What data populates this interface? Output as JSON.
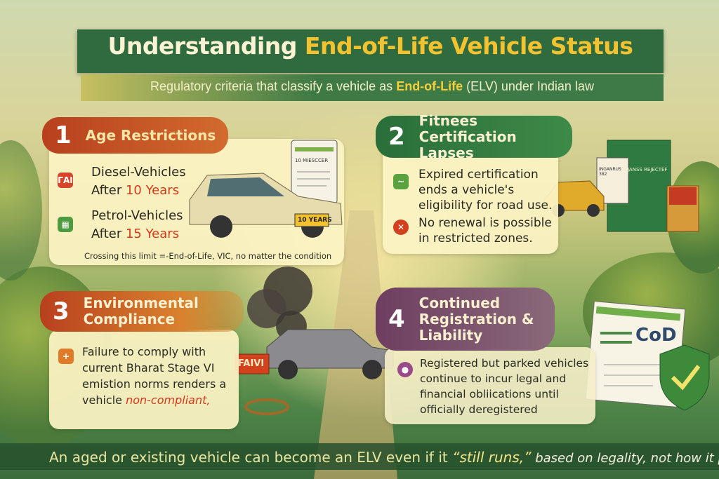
{
  "header": {
    "title_pre": "Understanding ",
    "title_hl": "End-of-Life Vehicle Status",
    "subtitle_pre": "Regulatory criteria that classify a vehicle as ",
    "subtitle_hl": "End-of-Life",
    "subtitle_post": " (ELV) under Indian law"
  },
  "cards": [
    {
      "number": "1",
      "title": "Age Restrictions",
      "items": [
        {
          "line1": "Diesel-Vehicles",
          "line2_pre": "After ",
          "line2_hl": "10 Years",
          "icon": "diesel-icon",
          "color": "#d6452a"
        },
        {
          "line1": "Petrol-Vehicles",
          "line2_pre": "After ",
          "line2_hl": "15 Years",
          "icon": "petrol-icon",
          "color": "#4e9a3e"
        }
      ],
      "note": "Crossing this limit =-End-of-Life, VIC, no matter the condition",
      "color": "#c0481f",
      "illustration": {
        "plate": "10 YEARS",
        "document": "10 MIESCCER"
      }
    },
    {
      "number": "2",
      "title_line1": "Fitnees",
      "title_line2": "Certification Lapses",
      "color": "#2f7a40",
      "items": [
        {
          "text": "Expired certification ends a vehicle's eligibility for road use.",
          "icon": "certificate-icon",
          "color": "#58a33f"
        },
        {
          "text": "No renewal is possible in restricted zones.",
          "icon": "no-renewal-icon",
          "color": "#d2401e"
        }
      ],
      "illustration": {
        "sign": "PNJANSS REJECTEF",
        "poster": "INGANRUS 382"
      }
    },
    {
      "number": "3",
      "title_line1": "Environmental",
      "title_line2": "Compliance",
      "color": "#c65a1f",
      "text": "Failure to comply with current Bharat Stage VI emistion norms renders a vehicle",
      "text_hl": "non-compliant,",
      "icon": "plus-icon",
      "illustration": {
        "sign": "FAIVI"
      }
    },
    {
      "number": "4",
      "title_line1": "Continued",
      "title_line2": "Registration &",
      "title_line3": "Liability",
      "color": "#7a4a6a",
      "text": "Registered but parked vehicles continue to incur legal and financial obliications until officially deregistered",
      "icon": "person-icon",
      "illustration": {
        "document": "CoD"
      }
    }
  ],
  "footer": {
    "pre": "An aged or existing vehicle can become an ELV even if it ",
    "quote": "“still runs,”",
    "post": " based on legality, not how it per"
  }
}
